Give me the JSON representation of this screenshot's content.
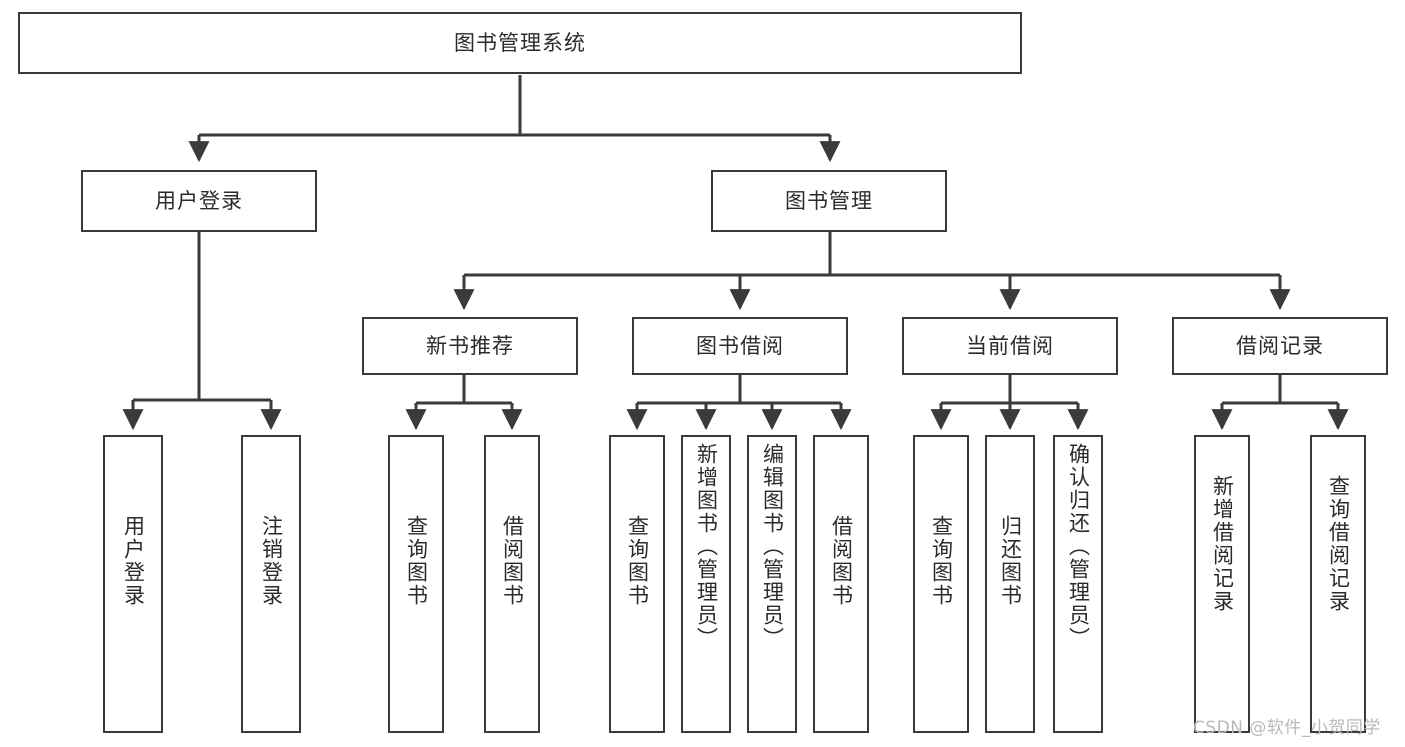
{
  "diagram": {
    "type": "tree",
    "title_node": {
      "label": "图书管理系统"
    },
    "level2": [
      {
        "label": "用户登录"
      },
      {
        "label": "图书管理"
      }
    ],
    "level3": [
      {
        "label": "新书推荐"
      },
      {
        "label": "图书借阅"
      },
      {
        "label": "当前借阅"
      },
      {
        "label": "借阅记录"
      }
    ],
    "leaves": {
      "user_login": [
        {
          "label": "用户登录"
        },
        {
          "label": "注销登录"
        }
      ],
      "new_book_recommend": [
        {
          "label": "查询图书"
        },
        {
          "label": "借阅图书"
        }
      ],
      "book_borrow": [
        {
          "label": "查询图书"
        },
        {
          "label": "新增图书（管理员）"
        },
        {
          "label": "编辑图书（管理员）"
        },
        {
          "label": "借阅图书"
        }
      ],
      "current_borrow": [
        {
          "label": "查询图书"
        },
        {
          "label": "归还图书"
        },
        {
          "label": "确认归还（管理员）"
        }
      ],
      "borrow_record": [
        {
          "label": "新增借阅记录"
        },
        {
          "label": "查询借阅记录"
        }
      ]
    }
  },
  "watermark": {
    "text": "CSDN @软件_小贺同学"
  },
  "colors": {
    "border": "#3a3a3a",
    "text": "#2b2b2b",
    "background": "#ffffff",
    "watermark": "#b9b9b9"
  }
}
